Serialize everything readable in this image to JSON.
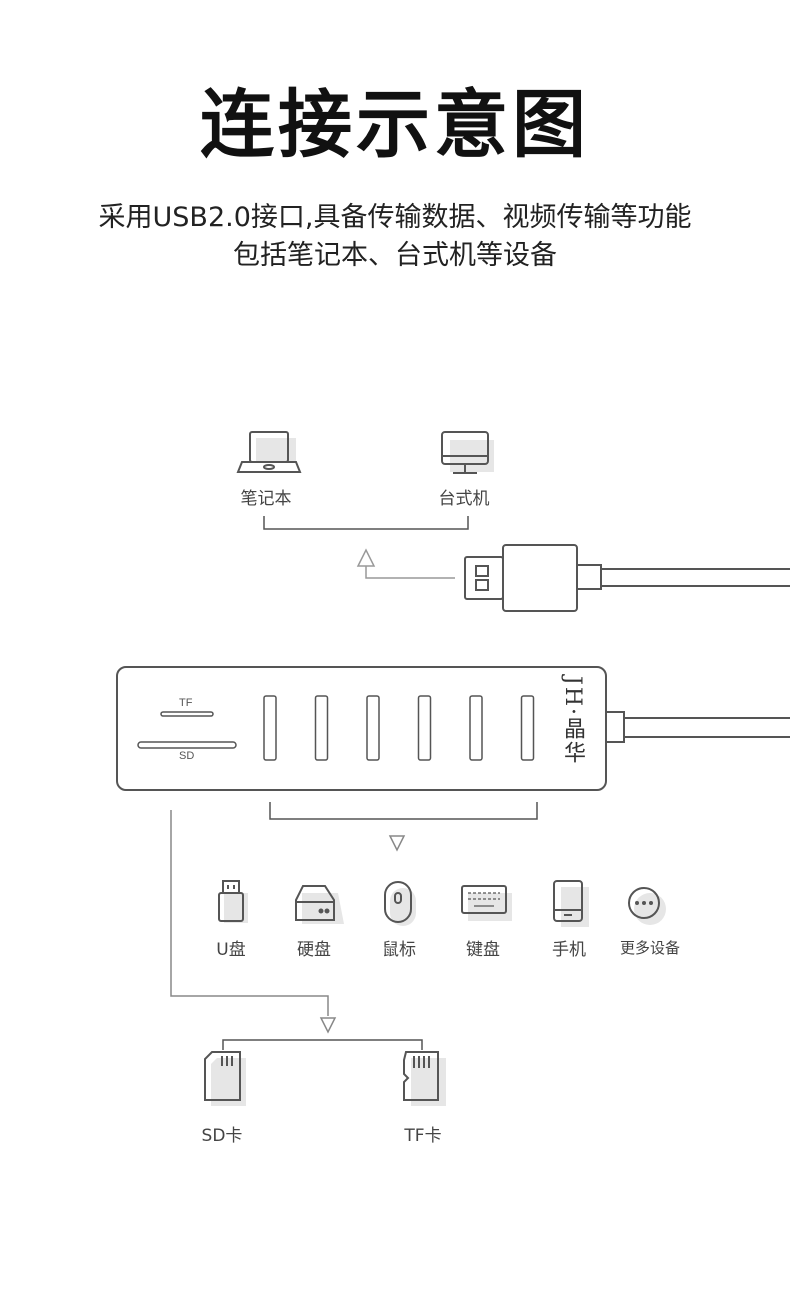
{
  "title": "连接示意图",
  "subtitle_line1": "采用USB2.0接口,具备传输数据、视频传输等功能",
  "subtitle_line2": "包括笔记本、台式机等设备",
  "hosts": [
    {
      "label": "笔记本",
      "icon": "laptop-icon"
    },
    {
      "label": "台式机",
      "icon": "desktop-monitor-icon"
    }
  ],
  "hub": {
    "brand": "JH·晶华",
    "tf_slot_label": "TF",
    "sd_slot_label": "SD",
    "usb_port_count": 6
  },
  "devices": [
    {
      "label": "U盘",
      "icon": "usb-flash-drive-icon"
    },
    {
      "label": "硬盘",
      "icon": "hard-drive-icon"
    },
    {
      "label": "鼠标",
      "icon": "mouse-icon"
    },
    {
      "label": "键盘",
      "icon": "keyboard-icon"
    },
    {
      "label": "手机",
      "icon": "phone-icon"
    },
    {
      "label": "更多设备",
      "icon": "more-icon"
    }
  ],
  "cards": [
    {
      "label": "SD卡",
      "icon": "sd-card-icon"
    },
    {
      "label": "TF卡",
      "icon": "tf-card-icon"
    }
  ],
  "colors": {
    "line": "#555555",
    "icon_shadow": "#e4e4e4"
  }
}
